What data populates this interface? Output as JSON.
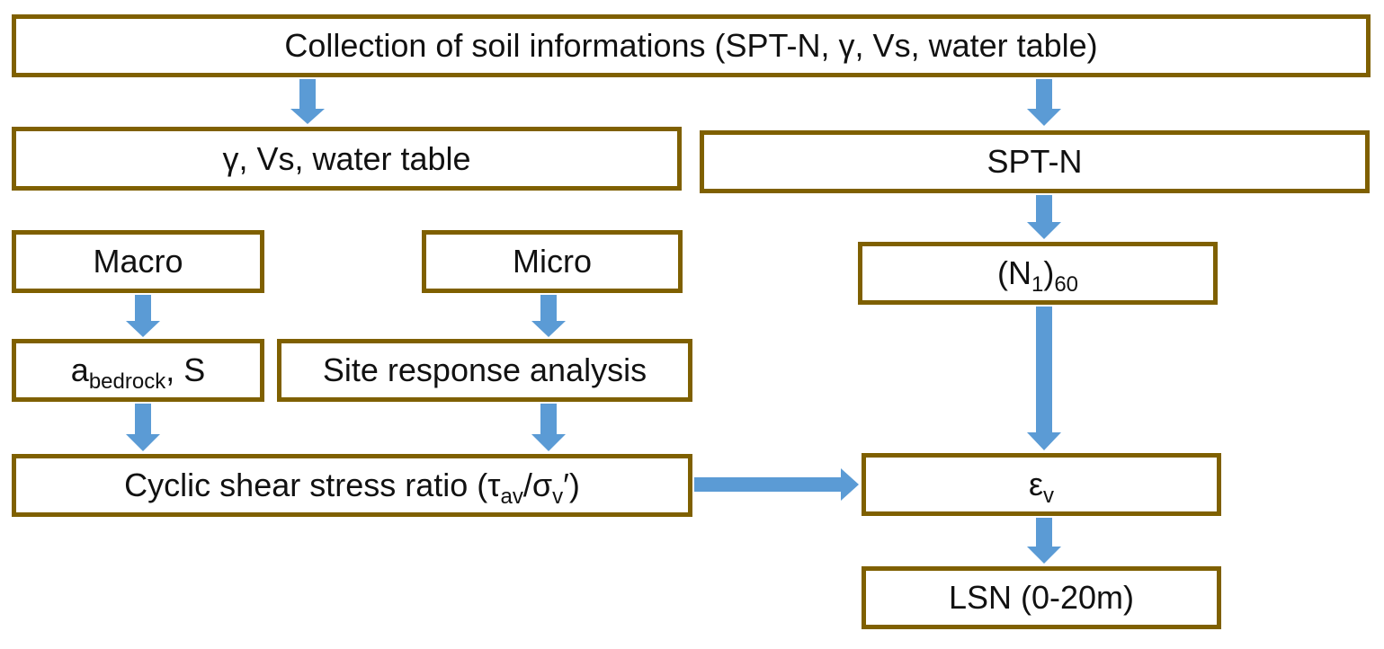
{
  "boxes": {
    "collection": {
      "text": "Collection of soil informations (SPT-N, γ, Vs, water table)"
    },
    "gamma_vs": {
      "text": "γ, Vs, water table"
    },
    "spt_n": {
      "text": "SPT-N"
    },
    "macro": {
      "text": "Macro"
    },
    "micro": {
      "text": "Micro"
    },
    "n160": {
      "base": "(N",
      "sub1": "1",
      "close": ")",
      "sub2": "60"
    },
    "a_bedrock": {
      "base": "a",
      "sub": "bedrock",
      "rest": ", S"
    },
    "site_response": {
      "text": "Site response analysis"
    },
    "csr": {
      "pre": "Cyclic shear stress ratio (τ",
      "sub1": "av",
      "mid": "/σ",
      "sub2": "v",
      "post": "′)"
    },
    "eps_v": {
      "base": "ε",
      "sub": "v"
    },
    "lsn": {
      "text": "LSN (0-20m)"
    }
  },
  "colors": {
    "border": "#7f6000",
    "arrow": "#5b9bd5"
  },
  "arrows": [
    {
      "from": "collection",
      "to": "gamma_vs"
    },
    {
      "from": "collection",
      "to": "spt_n"
    },
    {
      "from": "spt_n",
      "to": "n160"
    },
    {
      "from": "macro",
      "to": "a_bedrock"
    },
    {
      "from": "micro",
      "to": "site_response"
    },
    {
      "from": "a_bedrock",
      "to": "csr"
    },
    {
      "from": "site_response",
      "to": "csr"
    },
    {
      "from": "n160",
      "to": "eps_v"
    },
    {
      "from": "csr",
      "to": "eps_v"
    },
    {
      "from": "eps_v",
      "to": "lsn"
    }
  ]
}
